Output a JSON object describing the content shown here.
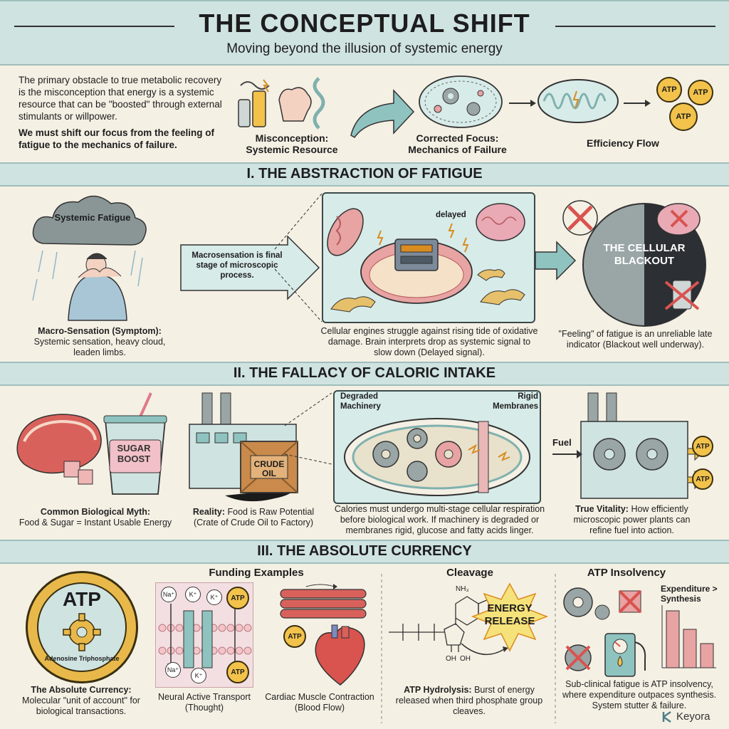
{
  "header": {
    "title": "THE CONCEPTUAL SHIFT",
    "subtitle": "Moving beyond the illusion of systemic energy"
  },
  "intro": {
    "paragraph": "The primary obstacle to true metabolic recovery is the misconception that energy is a systemic resource that can be \"boosted\" through external stimulants or willpower.",
    "emphasis": "We must shift our focus from the feeling of fatigue to the mechanics of failure.",
    "misconception_label": "Misconception: Systemic Resource",
    "corrected_label": "Corrected Focus: Mechanics of Failure",
    "efficiency_label": "Efficiency Flow",
    "atp": "ATP"
  },
  "section1": {
    "title": "I. THE ABSTRACTION OF FATIGUE",
    "cloud_label": "Systemic Fatigue",
    "arrow_text": "Macrosensation is final stage of microscopic process.",
    "delayed": "delayed",
    "blackout": "THE CELLULAR BLACKOUT",
    "macro_title": "Macro-Sensation (Symptom):",
    "macro_text": "Systemic sensation, heavy cloud, leaden limbs.",
    "engines_text": "Cellular engines struggle against rising tide of oxidative damage. Brain interprets drop as systemic signal to slow down (Delayed signal).",
    "feeling_text": "\"Feeling\" of fatigue is an unreliable late indicator (Blackout well underway)."
  },
  "section2": {
    "title": "II. THE FALLACY OF CALORIC INTAKE",
    "sugar_boost": "SUGAR BOOST",
    "crude_oil": "CRUDE OIL",
    "degraded": "Degraded Machinery",
    "rigid": "Rigid Membranes",
    "fuel": "Fuel",
    "myth_title": "Common Biological Myth:",
    "myth_text": "Food & Sugar = Instant Usable Energy",
    "reality_title": "Reality:",
    "reality_text": "Food is Raw Potential (Crate of Crude Oil to Factory)",
    "calories_text": "Calories must undergo multi-stage cellular respiration before biological work. If machinery is degraded or membranes rigid, glucose and fatty acids linger.",
    "vitality_title": "True Vitality:",
    "vitality_text": "How efficiently microscopic power plants can refine fuel into action."
  },
  "section3": {
    "title": "III. THE ABSOLUTE CURRENCY",
    "funding_title": "Funding Examples",
    "cleavage_title": "Cleavage",
    "insolvency_title": "ATP Insolvency",
    "coin_big": "ATP",
    "coin_ring": "Adenosine Triphosphate",
    "ions": [
      "Na⁺",
      "K⁺",
      "K⁺",
      "Na⁺",
      "K⁺"
    ],
    "nh3": "NH₃",
    "oh1": "OH",
    "oh2": "OH",
    "energy_release": "ENERGY RELEASE",
    "expenditure": "Expenditure > Synthesis",
    "currency_title": "The Absolute Currency:",
    "currency_text": "Molecular \"unit of account\" for biological transactions.",
    "neural_text": "Neural Active Transport (Thought)",
    "cardiac_text": "Cardiac Muscle Contraction (Blood Flow)",
    "hydrolysis_title": "ATP Hydrolysis:",
    "hydrolysis_text": "Burst of energy released when third phosphate group cleaves.",
    "subclinical_text": "Sub-clinical fatigue is ATP insolvency, where expenditure outpaces synthesis. System stutter & failure.",
    "brand": "Keyora"
  },
  "colors": {
    "banner": "#cfe3e1",
    "background": "#f5f0e4",
    "teal": "#8fc3c0",
    "atp_gold": "#f2c24b",
    "red": "#d9534f",
    "pink": "#e8a3a3"
  }
}
